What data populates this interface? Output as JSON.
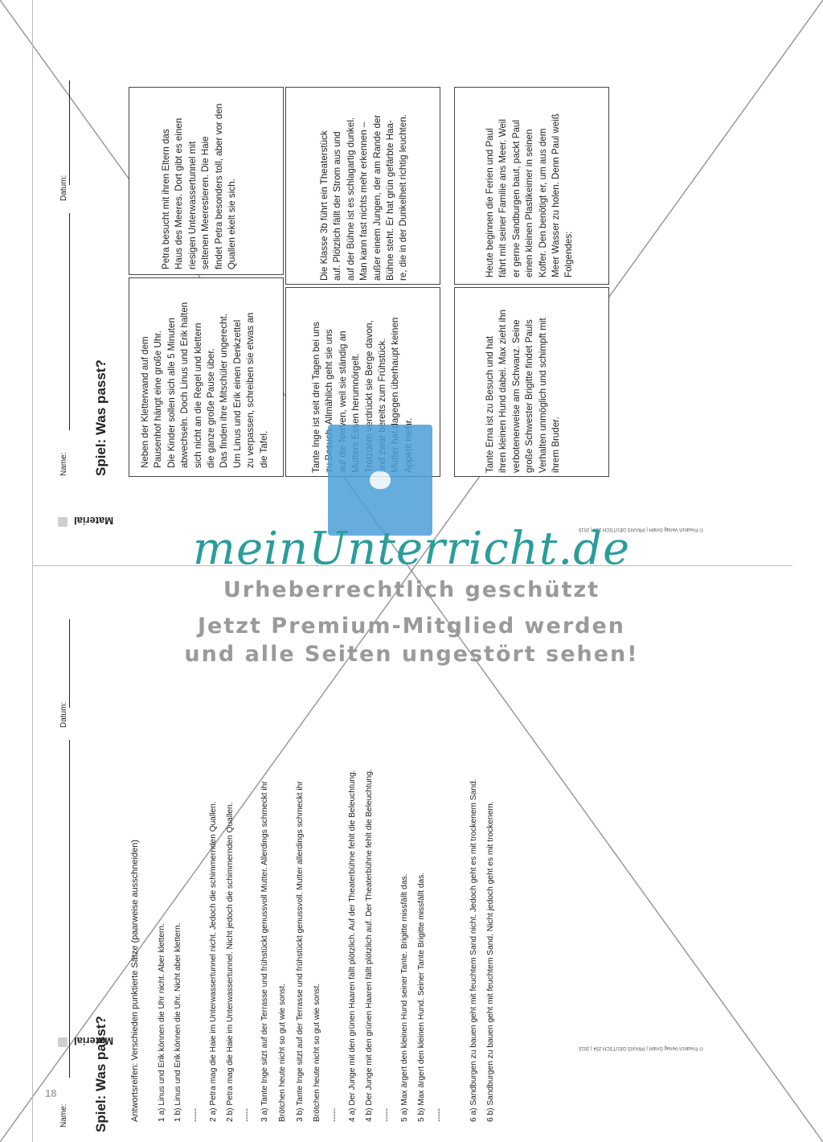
{
  "page_number": "18",
  "watermark": {
    "logo": "meinUnterricht.de",
    "line1": "Urheberrechtlich geschützt",
    "line2": "Jetzt Premium-Mitglied werden",
    "line3": "und alle Seiten ungestört sehen!"
  },
  "upper_page": {
    "header_label": "Material",
    "footer": "© Friedrich Verlag GmbH | PRAXIS DEUTSCH 254 | 2015",
    "name_label": "Name:",
    "date_label": "Datum:",
    "title": "Spiel: Was passt?",
    "cards": [
      {
        "lines": [
          "Neben der Kletterwand auf dem",
          "Pausenhof hängt eine große Uhr.",
          "Die Kinder sollen sich alle 5 Minuten",
          "abwechseln. Doch Linus und Erik halten",
          "sich nicht an die Regel und klettern",
          "die ganze große Pause über.",
          "Das finden ihre Mitschüler ungerecht.",
          "Um Linus und Erik einen Denkzettel",
          "zu verpassen, schreiben sie etwas an",
          "die Tafel."
        ]
      },
      {
        "lines": [
          "Petra besucht mit ihren Eltern das",
          "Haus des Meeres. Dort gibt es einen",
          "riesigen Unterwassertunnel mit",
          "seltenen Meerestieren. Die Haie",
          "findet Petra besonders toll, aber vor den",
          "Quallen ekelt sie sich."
        ]
      },
      {
        "lines": [
          "Tante Inge ist seit drei Tagen bei uns",
          "zu Besuch. Allmählich geht sie uns",
          "auf die Nerven, weil sie ständig an",
          "Mutters Essen herumnörgelt.",
          "Trotzdem verdrückt sie Berge davon,",
          "und zwar bereits zum Frühstück.",
          "Mutter hat dagegen überhaupt keinen",
          "Appetit mehr."
        ]
      },
      {
        "lines": [
          "Die Klasse 3b führt ein Theaterstück",
          "auf. Plötzlich fällt der Strom aus und",
          "auf der Bühne ist es schlagartig dunkel.",
          "Man kann fast nichts mehr erkennen –",
          "außer einem Jungen, der am Rande der",
          "Bühne steht. Er hat grün gefärbte Haa-",
          "re, die in der Dunkelheit richtig leuchten."
        ]
      },
      {
        "lines": [
          "Tante Erna ist zu Besuch und hat",
          "ihren kleinen Hund dabei. Max zieht ihn",
          "verbotenerweise am Schwanz. Seine",
          "große Schwester Brigitte findet Pauls",
          "Verhalten unmöglich und schimpft mit",
          "ihrem Bruder."
        ]
      },
      {
        "lines": [
          "Heute beginnen die Ferien und Paul",
          "fährt mit seiner Familie ans Meer. Weil",
          "er gerne Sandburgen baut, packt Paul",
          "einen kleinen Plastikeimer in seinen",
          "Koffer. Den benötigt er, um aus dem",
          "Meer Wasser zu holen. Denn Paul weiß",
          "Folgendes:"
        ]
      }
    ]
  },
  "lower_page": {
    "header_label": "Material",
    "footer": "© Friedrich Verlag GmbH | PRAXIS DEUTSCH 254 | 2015",
    "name_label": "Name:",
    "date_label": "Datum:",
    "title": "Spiel: Was passt?",
    "subtitle": "Antwortsreifen: Verschieden punktierte Sätze (paarweise ausschneiden)",
    "sentences": [
      "1 a) Linus und Erik können die Uhr nicht. Aber klettern.",
      "1 b) Linus und Erik können die Uhr. Nicht aber klettern.",
      "-----",
      "2 a) Petra mag die Haie im Unterwassertunnel nicht. Jedoch die schimmernden Quallen.",
      "2 b) Petra mag die Haie im Unterwassertunnel. Nicht jedoch die schimmernden Quallen.",
      "-----",
      "3 a) Tante Inge sitzt auf der Terrasse und frühstückt genussvoll Mutter. Allerdings schmeckt ihr",
      "Brötchen heute nicht so gut wie sonst.",
      "3 b) Tante Inge sitzt auf der Terrasse und frühstückt genussvoll. Mutter allerdings schmeckt ihr",
      "Brötchen heute nicht so gut wie sonst.",
      "-----",
      "4 a) Der Junge mit den grünen Haaren fällt plötzlich. Auf der Theaterbühne fehlt die Beleuchtung.",
      "4 b) Der Junge mit den grünen Haaren fällt plötzlich auf. Der Theaterbühne fehlt die Beleuchtung.",
      "-----",
      "5 a) Max ärgert den kleinen Hund seiner Tante. Brigitte missfällt das.",
      "5 b) Max ärgert den kleinen Hund. Seiner Tante Brigitte missfällt das.",
      "-----",
      "6 a) Sandburgen zu bauen geht mit feuchtem Sand nicht. Jedoch geht es mit trockenem Sand.",
      "6 b) Sandburgen zu bauen geht mit feuchtem Sand. Nicht jedoch geht es mit trockenem."
    ]
  }
}
